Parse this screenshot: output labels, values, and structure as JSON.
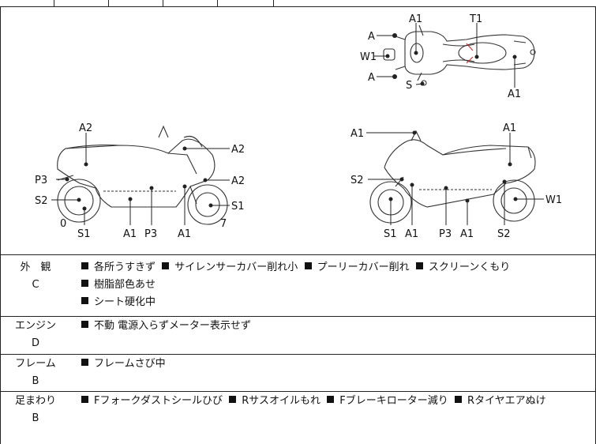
{
  "diagram": {
    "top_view_labels": [
      "A1",
      "T1",
      "A",
      "W1",
      "A",
      "S",
      "A1"
    ],
    "left_view_labels": [
      "A2",
      "A2",
      "P3",
      "A2",
      "S2",
      "S1",
      "0",
      "7",
      "S1",
      "A1",
      "P3",
      "A1"
    ],
    "right_view_labels": [
      "A1",
      "A1",
      "S2",
      "W1",
      "S1",
      "A1",
      "P3",
      "A1",
      "S2"
    ]
  },
  "inspection": {
    "exterior": {
      "category": "外　観",
      "grade": "C",
      "items": [
        "各所うすきず",
        "サイレンサーカバー削れ小",
        "プーリーカバー削れ",
        "スクリーンくもり",
        "樹脂部色あせ",
        "シート硬化中"
      ]
    },
    "engine": {
      "category": "エンジン",
      "grade": "D",
      "items": [
        "不動 電源入らずメーター表示せず"
      ]
    },
    "frame": {
      "category": "フレーム",
      "grade": "B",
      "items": [
        "フレームさび中"
      ]
    },
    "suspension": {
      "category": "足まわり",
      "grade": "B",
      "items": [
        "Fフォークダストシールひび",
        "Rサスオイルもれ",
        "Fブレーキローター減り",
        "Rタイヤエアぬけ"
      ]
    }
  }
}
